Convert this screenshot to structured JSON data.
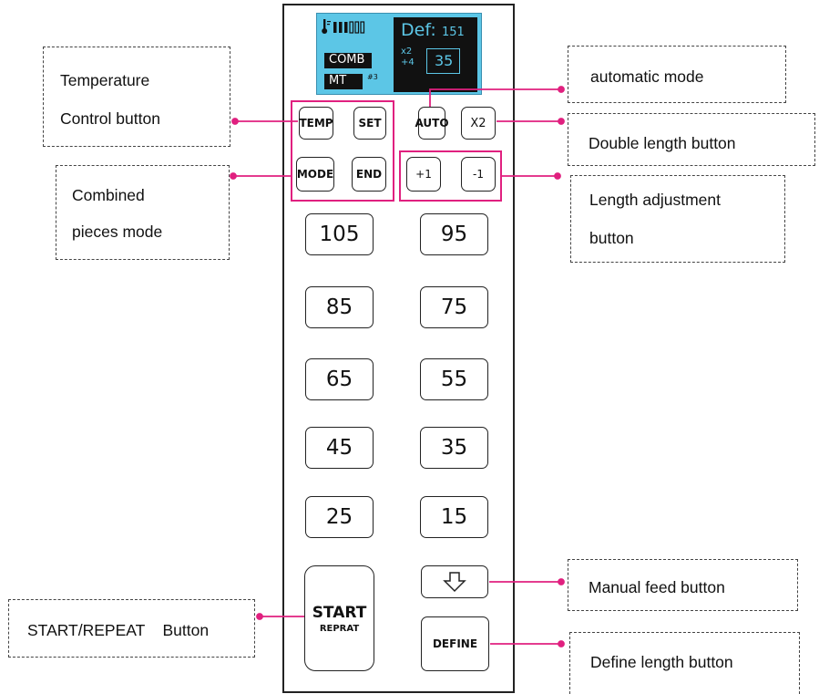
{
  "screen": {
    "def_label": "Def:",
    "def_value": "151",
    "mode_label": "COMB",
    "mt_label": "MT",
    "mt_sub": "#3",
    "x2_label": "x2",
    "plus4_label": "+4",
    "length_value": "35",
    "thermo_icon": "thermometer-icon"
  },
  "buttons": {
    "temp": "TEMP",
    "set": "SET",
    "auto": "AUTO",
    "x2": "X2",
    "mode": "MODE",
    "end": "END",
    "plus1": "+1",
    "minus1": "-1",
    "presets": [
      "105",
      "95",
      "85",
      "75",
      "65",
      "55",
      "45",
      "35",
      "25",
      "15"
    ],
    "start": "START",
    "repeat": "REPRAT",
    "define": "DEFINE",
    "manual_feed_icon": "down-arrow-icon"
  },
  "callouts": {
    "temperature_1": "Temperature",
    "temperature_2": "Control button",
    "automatic": "automatic mode",
    "double": "Double length button",
    "combined_1": "Combined",
    "combined_2": "pieces mode",
    "length_1": "Length adjustment",
    "length_2": "button",
    "manual": "Manual feed button",
    "start": "START/REPEAT    Button",
    "define": "Define length button"
  },
  "colors": {
    "accent": "#e0207f",
    "screen": "#5cc6e6"
  }
}
